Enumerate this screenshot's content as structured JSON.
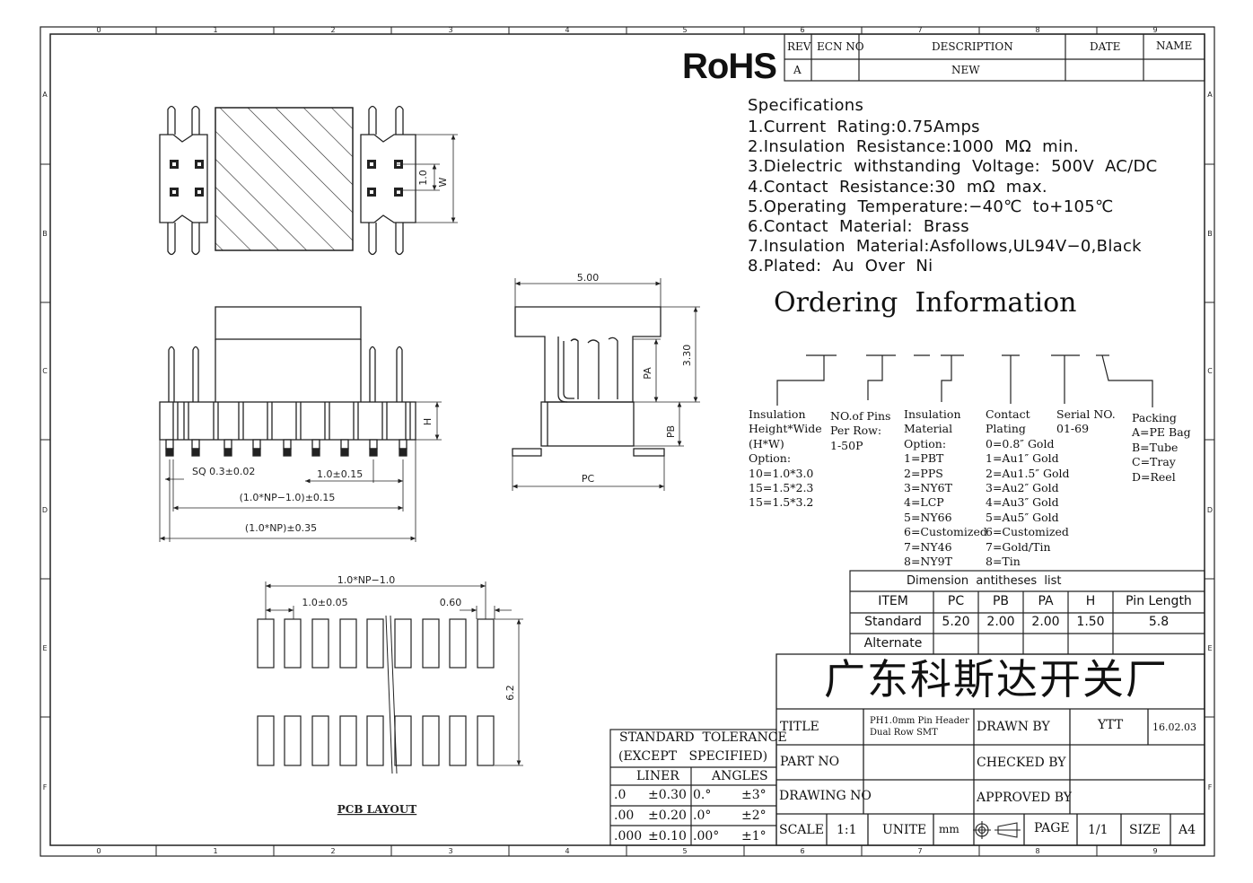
{
  "frame": {
    "col_labels": [
      "0",
      "1",
      "2",
      "3",
      "4",
      "5",
      "6",
      "7",
      "8",
      "9"
    ],
    "row_labels": [
      "A",
      "B",
      "C",
      "D",
      "E",
      "F"
    ]
  },
  "rohs": "RoHS",
  "revision": {
    "headers": [
      "REV",
      "ECN NO",
      "DESCRIPTION",
      "DATE",
      "NAME"
    ],
    "row": {
      "rev": "A",
      "ecn": "",
      "description": "NEW",
      "date": "",
      "name": ""
    }
  },
  "specifications": {
    "title": "Specifications",
    "items": [
      "1.Current  Rating:0.75Amps",
      "2.Insulation  Resistance:1000  MΩ  min.",
      "3.Dielectric  withstanding  Voltage:  500V  AC/DC",
      "4.Contact  Resistance:30  mΩ  max.",
      "5.Operating  Temperature:−40℃  to+105℃",
      "6.Contact  Material:  Brass",
      "7.Insulation  Material:Asfollows,UL94V−0,Black",
      "8.Plated:  Au  Over  Ni"
    ]
  },
  "ordering": {
    "title": "Ordering  Information",
    "columns": [
      {
        "lines": [
          "Insulation",
          "Height*Wide",
          "(H*W)",
          "Option:",
          "10=1.0*3.0",
          "15=1.5*2.3",
          "15=1.5*3.2"
        ]
      },
      {
        "lines": [
          "NO.of Pins",
          "Per Row:",
          "1-50P"
        ]
      },
      {
        "lines": [
          "Insulation",
          "Material",
          "Option:",
          "1=PBT",
          "2=PPS",
          "3=NY6T",
          "4=LCP",
          "5=NY66",
          "6=Customized",
          "7=NY46",
          "8=NY9T"
        ]
      },
      {
        "lines": [
          "Contact",
          "Plating",
          "0=0.8″ Gold",
          "1=Au1″ Gold",
          "2=Au1.5″ Gold",
          "3=Au2″ Gold",
          "4=Au3″ Gold",
          "5=Au5″ Gold",
          "6=Customized",
          "7=Gold/Tin",
          "8=Tin"
        ]
      },
      {
        "lines": [
          "Serial NO.",
          "01-69"
        ]
      },
      {
        "lines": [
          "Packing",
          "A=PE Bag",
          "B=Tube",
          "C=Tray",
          "D=Reel"
        ]
      }
    ]
  },
  "drawing_dims": {
    "top_w": "W",
    "top_pitch": "1.0",
    "front_h": "H",
    "sq": "SQ  0.3±0.02",
    "pitch": "1.0±0.15",
    "np_minus": "(1.0*NP−1.0)±0.15",
    "np": "(1.0*NP)±0.35",
    "side_width": "5.00",
    "side_height": "3.30",
    "side_pa": "PA",
    "side_pb": "PB",
    "side_pc": "PC",
    "pcb_span": "1.0*NP−1.0",
    "pcb_pitch": "1.0±0.05",
    "pcb_pad": "0.60",
    "pcb_height": "6.2",
    "pcb_title": "PCB LAYOUT"
  },
  "dimension_table": {
    "title": "Dimension  antitheses  list",
    "headers": [
      "ITEM",
      "PC",
      "PB",
      "PA",
      "H",
      "Pin Length"
    ],
    "rows": [
      [
        "Standard",
        "5.20",
        "2.00",
        "2.00",
        "1.50",
        "5.8"
      ],
      [
        "Alternate",
        "",
        "",
        "",
        "",
        ""
      ]
    ]
  },
  "company": "广东科斯达开关厂",
  "title_block": {
    "title_label": "TITLE",
    "title_value_1": "PH1.0mm Pin Header",
    "title_value_2": "Dual Row SMT",
    "drawn_by_label": "DRAWN BY",
    "drawn_by": "YTT",
    "date": "16.02.03",
    "part_no_label": "PART NO",
    "part_no": "",
    "checked_by_label": "CHECKED BY",
    "checked_by": "",
    "drawing_no_label": "DRAWING NO",
    "drawing_no": "",
    "approved_by_label": "APPROVED BY",
    "approved_by": "",
    "scale_label": "SCALE",
    "scale": "1:1",
    "unite_label": "UNITE",
    "unite": "mm",
    "page_label": "PAGE",
    "page": "1/1",
    "size_label": "SIZE",
    "size": "A4"
  },
  "tolerance": {
    "title_1": "STANDARD  TOLERANCE",
    "title_2": "(EXCEPT   SPECIFIED)",
    "liner_label": "LINER",
    "angles_label": "ANGLES",
    "rows": [
      [
        ".0",
        "±0.30",
        "0.°",
        "±3°"
      ],
      [
        ".00",
        "±0.20",
        ".0°",
        "±2°"
      ],
      [
        ".000",
        "±0.10",
        ".00°",
        "±1°"
      ]
    ]
  }
}
